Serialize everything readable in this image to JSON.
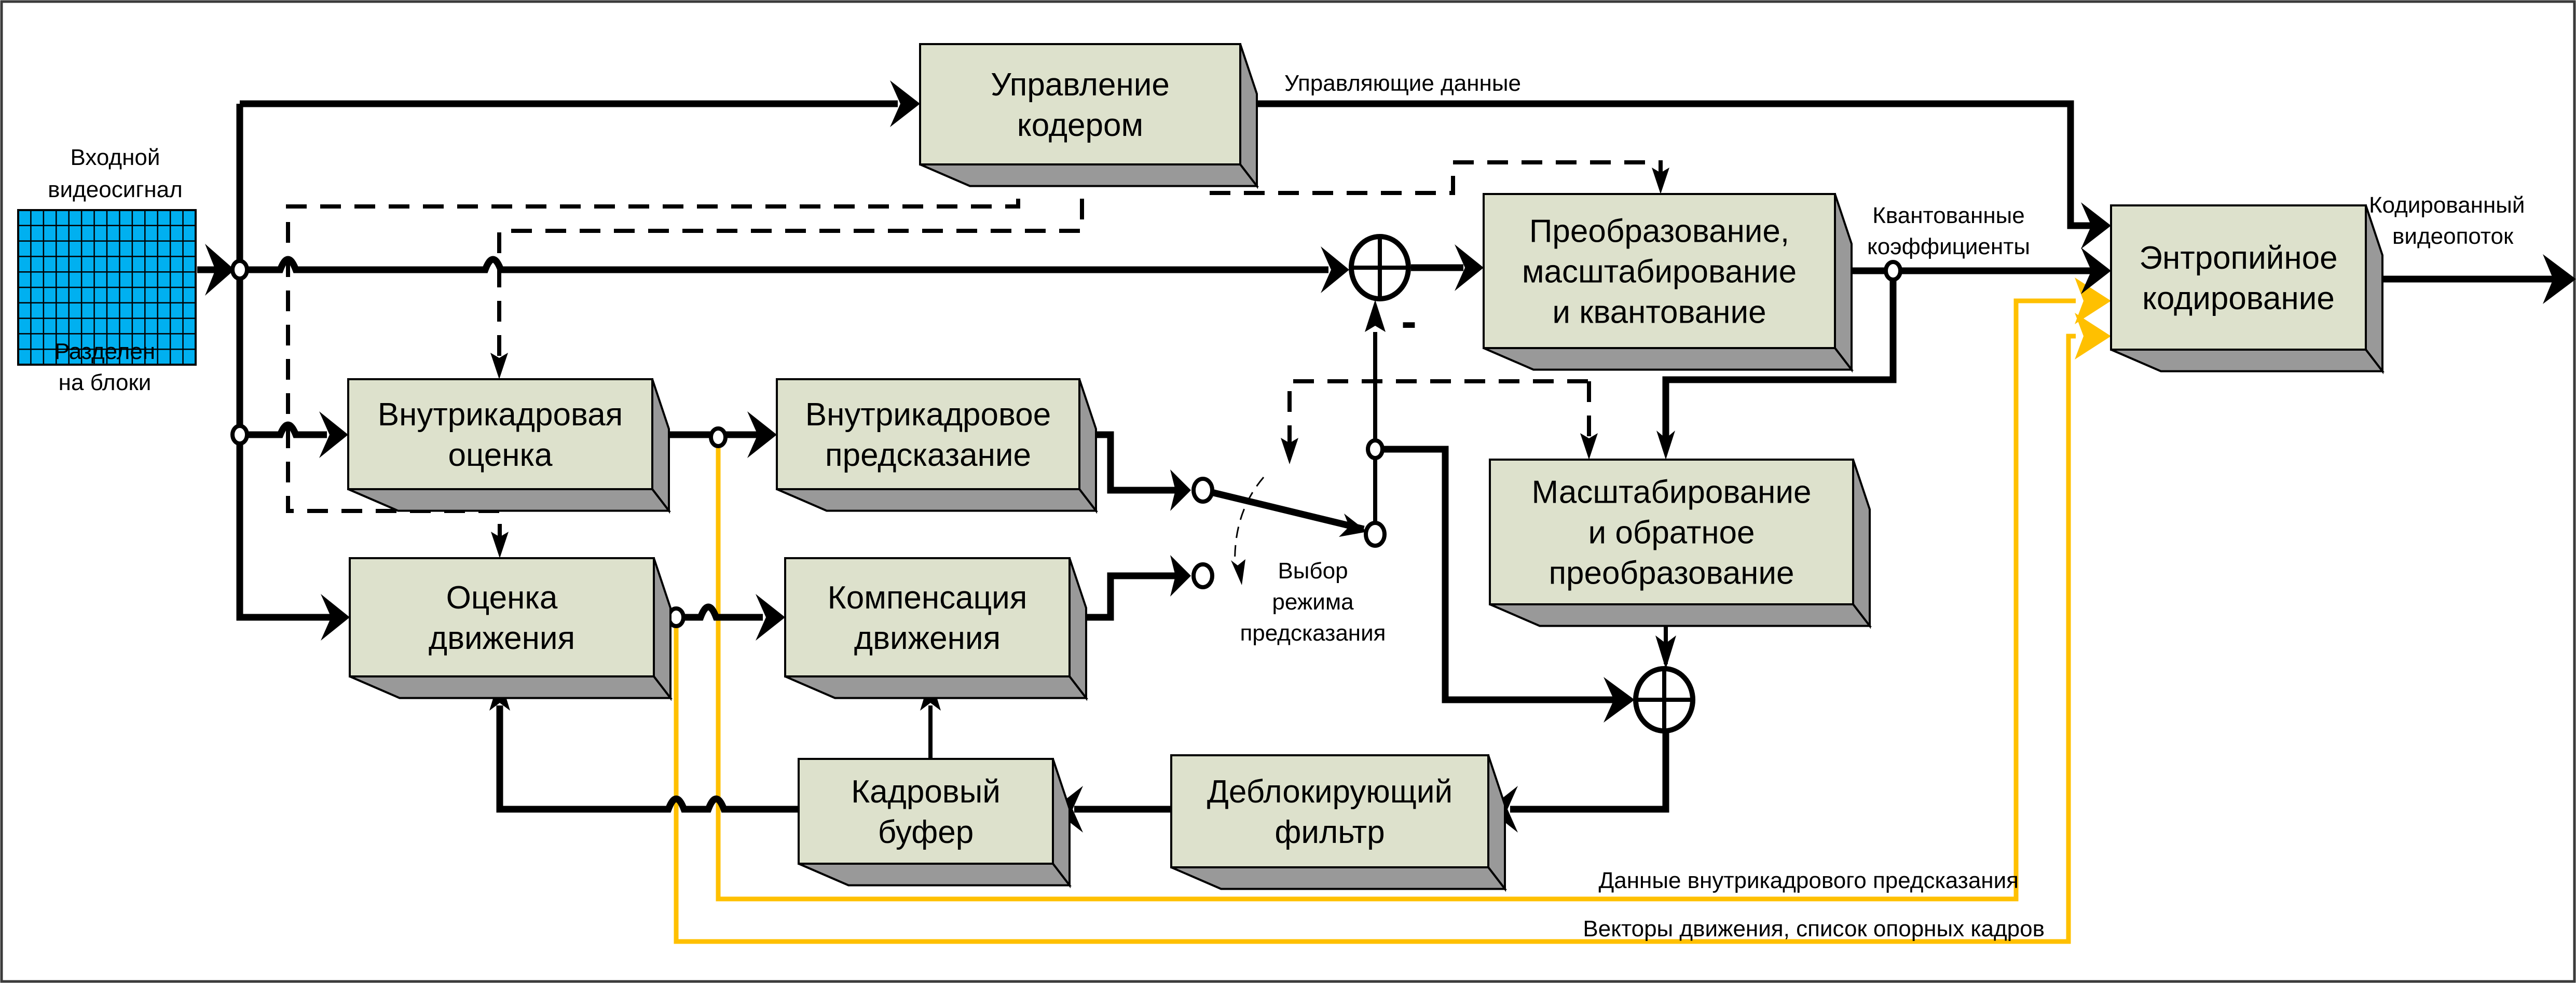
{
  "title": "Структурная схема видеокодера",
  "input": {
    "label_line1": "Входной",
    "label_line2": "видеосигнал",
    "caption_line1": "Разделен",
    "caption_line2": "на блоки",
    "grid_color": "#00b0f0"
  },
  "blocks": {
    "encoder_control": [
      "Управление",
      "кодером"
    ],
    "transform": [
      "Преобразование,",
      "масштабирование",
      "и квантование"
    ],
    "entropy": [
      "Энтропийное",
      "кодирование"
    ],
    "intra_estimation": [
      "Внутрикадровая",
      "оценка"
    ],
    "intra_prediction": [
      "Внутрикадровое",
      "предсказание"
    ],
    "motion_estimation": [
      "Оценка",
      "движения"
    ],
    "motion_compensation": [
      "Компенсация",
      "движения"
    ],
    "inverse_transform": [
      "Масштабирование",
      "и обратное",
      "преобразование"
    ],
    "frame_buffer": [
      "Кадровый",
      "буфер"
    ],
    "deblocking": [
      "Деблокирующий",
      "фильтр"
    ]
  },
  "labels": {
    "control_data": "Управляющие данные",
    "quantized_line1": "Квантованные",
    "quantized_line2": "коэффициенты",
    "output_line1": "Кодированный",
    "output_line2": "видеопоток",
    "mode_line1": "Выбор",
    "mode_line2": "режима",
    "mode_line3": "предсказания",
    "intra_data": "Данные внутрикадрового предсказания",
    "motion_data": "Векторы движения, список опорных кадров",
    "minus_sign": "-"
  },
  "colors": {
    "block_face": "#dde1cc",
    "block_side": "#999999",
    "side_info": "#ffc000"
  }
}
